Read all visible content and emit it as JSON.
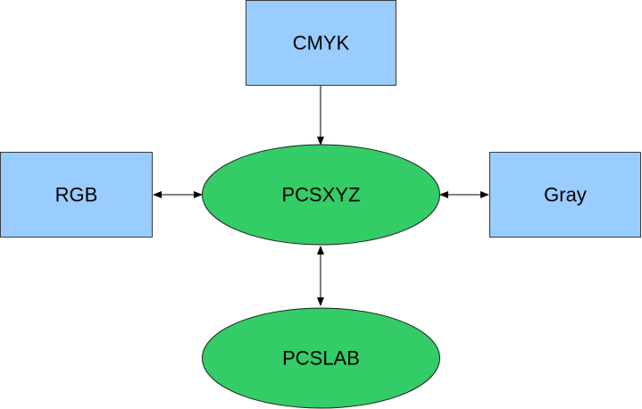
{
  "diagram": {
    "nodes": {
      "cmyk": {
        "label": "CMYK",
        "shape": "rectangle",
        "fill": "#99ccff"
      },
      "rgb": {
        "label": "RGB",
        "shape": "rectangle",
        "fill": "#99ccff"
      },
      "gray": {
        "label": "Gray",
        "shape": "rectangle",
        "fill": "#99ccff"
      },
      "pcsxyz": {
        "label": "PCSXYZ",
        "shape": "ellipse",
        "fill": "#33cc66"
      },
      "pcslab": {
        "label": "PCSLAB",
        "shape": "ellipse",
        "fill": "#33cc66"
      }
    },
    "edges": [
      {
        "from": "cmyk",
        "to": "pcsxyz",
        "direction": "forward"
      },
      {
        "from": "rgb",
        "to": "pcsxyz",
        "direction": "both"
      },
      {
        "from": "gray",
        "to": "pcsxyz",
        "direction": "both"
      },
      {
        "from": "pcslab",
        "to": "pcsxyz",
        "direction": "both"
      }
    ]
  }
}
